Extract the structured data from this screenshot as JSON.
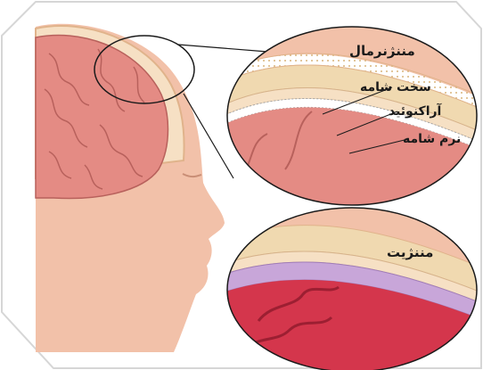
{
  "panels": {
    "normal": {
      "title": "مننژنرمال",
      "layers": {
        "dura": "سخت شامه",
        "arachnoid": "آراکنوئید",
        "pia": "نرم شامه"
      }
    },
    "meningitis": {
      "title": "مننژیت"
    }
  },
  "colors": {
    "skin": "#f2c1a9",
    "brain": "#e48b84",
    "bone": "#f0d9b0",
    "inflamed": "#d4364c",
    "membrane": "#c8a6d9"
  }
}
